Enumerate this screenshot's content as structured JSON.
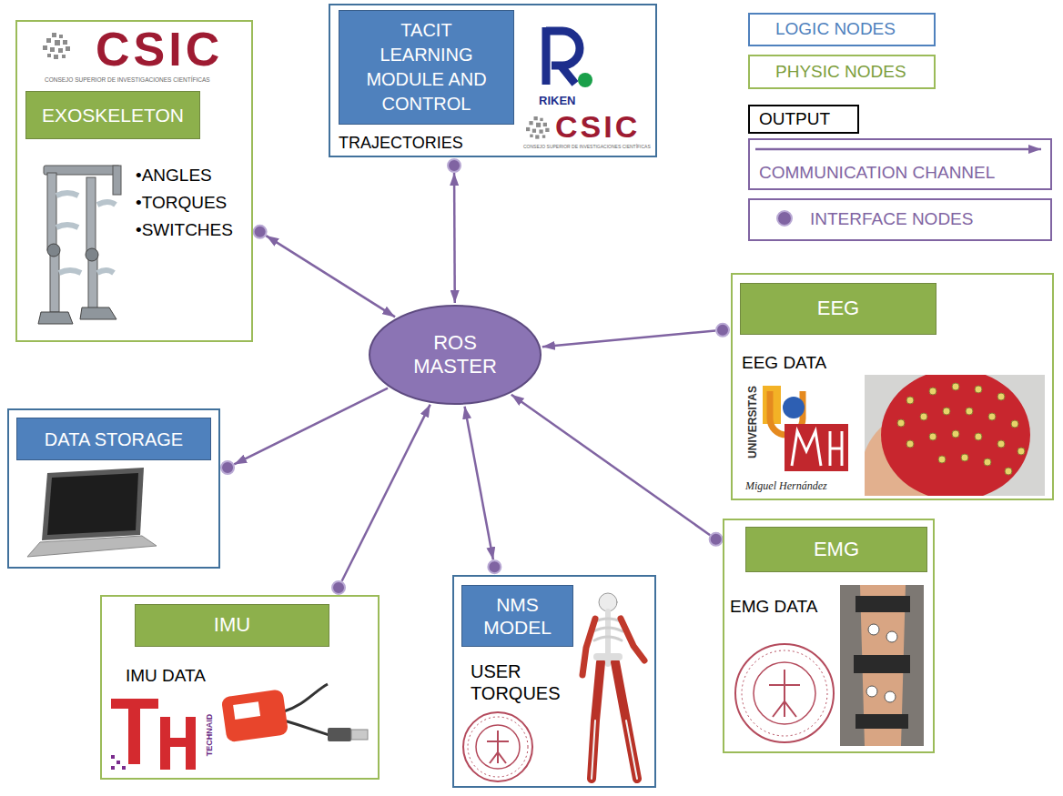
{
  "diagram": {
    "nodes": [
      {
        "text": [
          "CSIC",
          "CONSEJO SUPERIOR DE INVESTIGACIONES CIENTÍFICAS",
          "•ANGLES",
          "•TORQUES",
          "•SWITCHES"
        ]
      },
      {
        "text": [
          "EXOSKELETON"
        ],
        "in": 0
      },
      {
        "text": [
          "TRAJECTORIES",
          "RIKEN",
          "CSIC",
          "CONSEJO SUPERIOR DE INVESTIGACIONES CIENTÍFICAS"
        ]
      },
      {
        "text": [
          "TACIT LEARNING MODULE AND CONTROL"
        ],
        "in": 2
      },
      {
        "text": [
          "ROS MASTER"
        ]
      },
      {
        "text": [
          "EEG DATA",
          "UNIVERSITAS",
          "Miguel Hernández"
        ]
      },
      {
        "text": [
          "EEG"
        ],
        "in": 5
      },
      {
        "text": []
      },
      {
        "text": [
          "DATA STORAGE"
        ],
        "in": 7
      },
      {
        "text": [
          "IMU DATA",
          "TECHNAID"
        ]
      },
      {
        "text": [
          "IMU"
        ],
        "in": 9
      },
      {
        "text": [
          "USER TORQUES"
        ]
      },
      {
        "text": [
          "NMS MODEL"
        ],
        "in": 11
      },
      {
        "text": [
          "EMG DATA"
        ]
      },
      {
        "text": [
          "EMG"
        ],
        "in": 13
      }
    ],
    "edges": [
      {
        "from": 4,
        "to": 0,
        "arrow": "both"
      },
      {
        "from": 4,
        "to": 2,
        "arrow": "both"
      },
      {
        "from": 5,
        "to": 4,
        "arrow": "to"
      },
      {
        "from": 4,
        "to": 7,
        "arrow": "to"
      },
      {
        "from": 9,
        "to": 4,
        "arrow": "to"
      },
      {
        "from": 4,
        "to": 11,
        "arrow": "both"
      },
      {
        "from": 13,
        "to": 4,
        "arrow": "to"
      }
    ],
    "legend": [
      {
        "text": "LOGIC NODES",
        "color": "#4f81bd"
      },
      {
        "text": "PHYSIC NODES",
        "color": "#9bbb59"
      },
      {
        "text": "OUTPUT",
        "color": "#000000"
      },
      {
        "text": "COMMUNICATION CHANNEL"
      },
      {
        "text": "INTERFACE NODES"
      }
    ]
  }
}
